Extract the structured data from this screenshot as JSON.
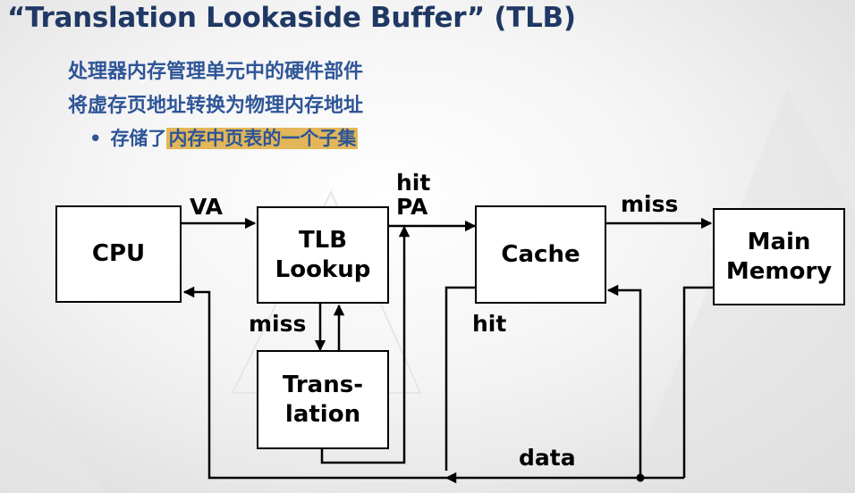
{
  "slide": {
    "title": "“Translation Lookaside Buffer” (TLB)",
    "line1": "处理器内存管理单元中的硬件部件",
    "line2": "将虚存页地址转换为物理内存地址",
    "bullet_prefix": "存储了",
    "bullet_highlight": "内存中页表的一个子集"
  },
  "diagram": {
    "cpu": "CPU",
    "tlb_line1": "TLB",
    "tlb_line2": "Lookup",
    "translation_line1": "Trans-",
    "translation_line2": "lation",
    "cache": "Cache",
    "memory_line1": "Main",
    "memory_line2": "Memory",
    "label_va": "VA",
    "label_hit_top": "hit",
    "label_pa": "PA",
    "label_miss_top": "miss",
    "label_miss_tlb": "miss",
    "label_hit_cache": "hit",
    "label_data": "data"
  },
  "colors": {
    "title": "#1f3864",
    "text_blue": "#2e5597",
    "highlight": "#e2b659"
  }
}
